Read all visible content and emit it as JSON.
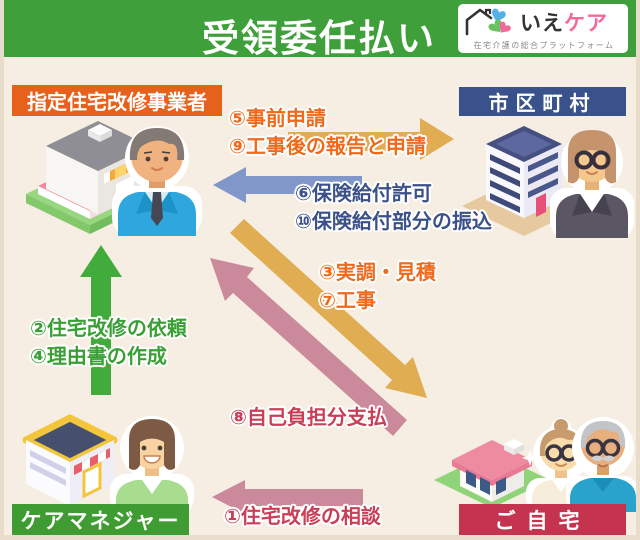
{
  "header": {
    "title": "受領委任払い",
    "logo": {
      "name_black": "いえ",
      "name_pink": "ケア",
      "tagline": "在宅介護の総合プラットフォーム"
    }
  },
  "entities": {
    "contractor": {
      "label": "指定住宅改修事業者"
    },
    "municipality": {
      "label": "市区町村"
    },
    "care_manager": {
      "label": "ケアマネジャー"
    },
    "home": {
      "label": "ご自宅"
    }
  },
  "flows": {
    "step5_9": {
      "line1": "⑤事前申請",
      "line2": "⑨工事後の報告と申請",
      "direction": "指定住宅改修事業者→市区町村"
    },
    "step6_10": {
      "line1": "⑥保険給付許可",
      "line2": "⑩保険給付部分の振込",
      "direction": "市区町村→指定住宅改修事業者"
    },
    "step3_7": {
      "line1": "③実調・見積",
      "line2": "⑦工事",
      "direction": "指定住宅改修事業者→ご自宅"
    },
    "step8": {
      "label": "⑧自己負担分支払",
      "direction": "ご自宅→指定住宅改修事業者"
    },
    "step2_4": {
      "line1": "②住宅改修の依頼",
      "line2": "④理由書の作成",
      "direction": "ケアマネジャー→指定住宅改修事業者"
    },
    "step1": {
      "label": "①住宅改修の相談",
      "direction": "ご自宅→ケアマネジャー"
    }
  },
  "colors": {
    "background": "#f6eee3",
    "frame_border": "#e8ddcb",
    "header_green": "#3f9f3a",
    "contractor_label": "#e6611b",
    "municipality_label": "#3a528c",
    "care_manager_label": "#3f9c33",
    "home_label": "#c4344f",
    "arrow_gold": "#e1ad52",
    "arrow_blue": "#8197c9",
    "arrow_pink": "#ca8a9b",
    "arrow_green": "#41ac3c",
    "text_orange": "#ee6a1d",
    "text_navy": "#3b5187",
    "text_green": "#3aa035",
    "text_crimson": "#c93f58",
    "logo_pink": "#f2699c",
    "logo_dark": "#333333",
    "logo_gray": "#8a8a8a"
  }
}
